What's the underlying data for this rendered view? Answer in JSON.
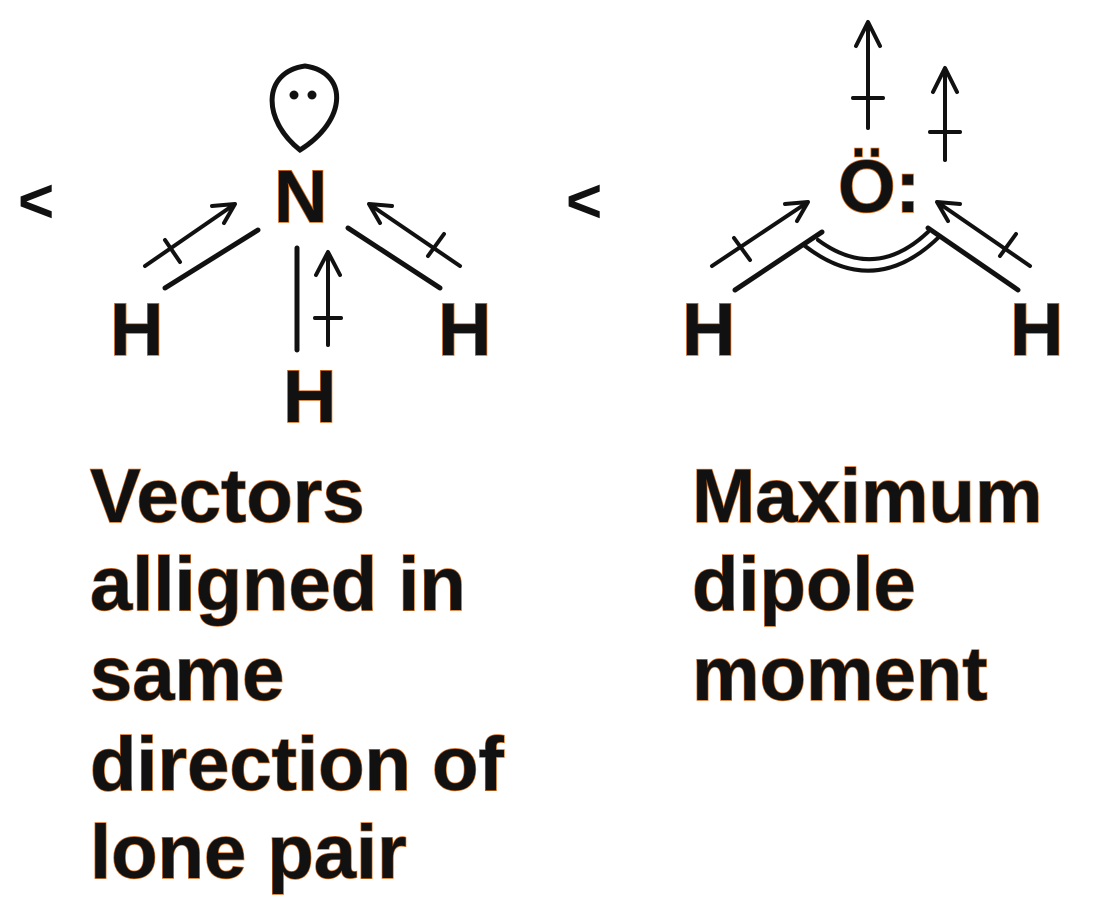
{
  "ammonia": {
    "marker": "<",
    "central_atom": "N",
    "h_left": "H",
    "h_right": "H",
    "h_bottom": "H",
    "caption_lines": [
      "Vectors",
      "alligned in",
      "same",
      "direction of",
      "lone pair"
    ]
  },
  "water": {
    "marker": "<",
    "central_atom": "Ö:",
    "h_left": "H",
    "h_right": "H",
    "caption_lines": [
      "Maximum",
      "dipole",
      "moment"
    ]
  }
}
